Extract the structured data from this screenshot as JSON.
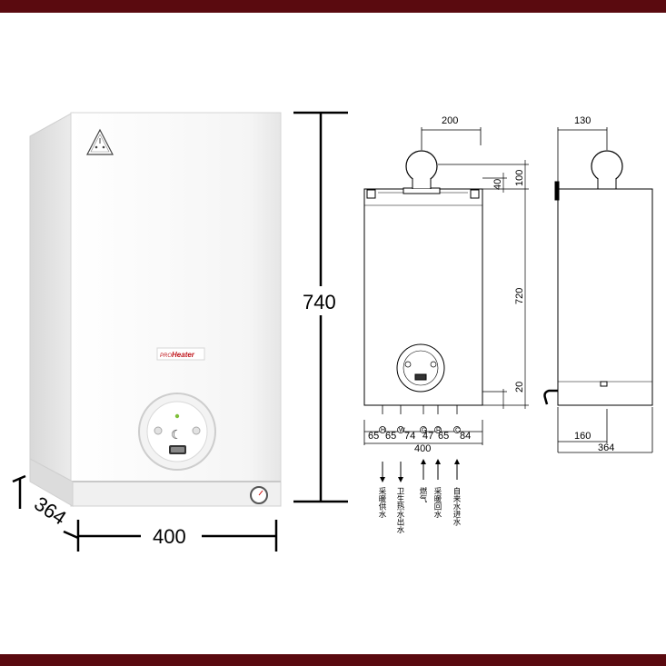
{
  "brand": {
    "logo_text": "PROHeater",
    "logo_colors": {
      "pro": "#c0161c",
      "heater": "#c0161c"
    }
  },
  "photo": {
    "dims": {
      "height": "740",
      "width": "400",
      "depth": "364"
    },
    "warning_icon": "warning-triangle-icon"
  },
  "drawing": {
    "front": {
      "flue_offset": "200",
      "height_labels": {
        "flue": "100",
        "top": "40",
        "body": "720",
        "bottom": "20"
      },
      "bottom_spacings": [
        "65",
        "65",
        "74",
        "47",
        "65",
        "84"
      ],
      "total_width": "400"
    },
    "side": {
      "flue_offset": "130",
      "bottom_offset": "160",
      "depth": "364"
    },
    "connections": [
      {
        "label": "采暖供水",
        "symbol": "H"
      },
      {
        "label": "卫生热水出水",
        "symbol": "W"
      },
      {
        "label": "燃气",
        "symbol": "G"
      },
      {
        "label": "采暖回水",
        "symbol": "R"
      },
      {
        "label": "自来水进水",
        "symbol": "C"
      }
    ]
  },
  "colors": {
    "band": "#5a0a0f",
    "line": "#000000",
    "boiler_white": "#f4f4f4",
    "boiler_shadow": "#d9d9d9"
  }
}
